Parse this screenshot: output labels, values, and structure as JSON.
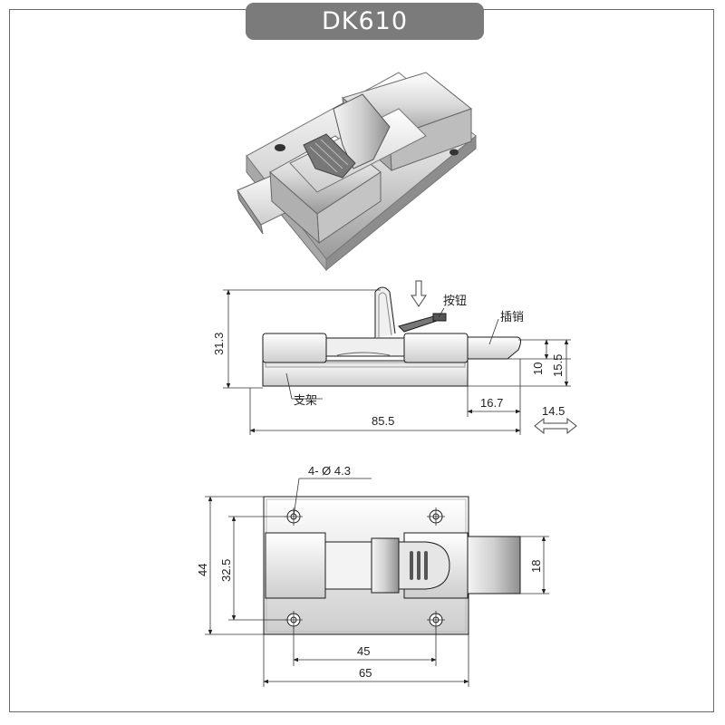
{
  "title": "DK610",
  "side_view": {
    "labels": {
      "button": "按钮",
      "pin": "插销",
      "bracket": "支架"
    },
    "dims": {
      "height_total": "31.3",
      "pin_height": "10",
      "pin_offset": "15.5",
      "pin_extension": "16.7",
      "length": "85.5",
      "travel": "14.5"
    }
  },
  "top_view": {
    "holes": "4- Ø 4.3",
    "dims": {
      "height": "44",
      "hole_spacing_v": "32.5",
      "pin_width": "18",
      "hole_spacing_h": "45",
      "width": "65"
    }
  },
  "colors": {
    "title_bg": "#7b7b7b",
    "line": "#1a1a1a",
    "metal_light": "#f2f2f2",
    "metal_dark": "#8c8c8c"
  }
}
